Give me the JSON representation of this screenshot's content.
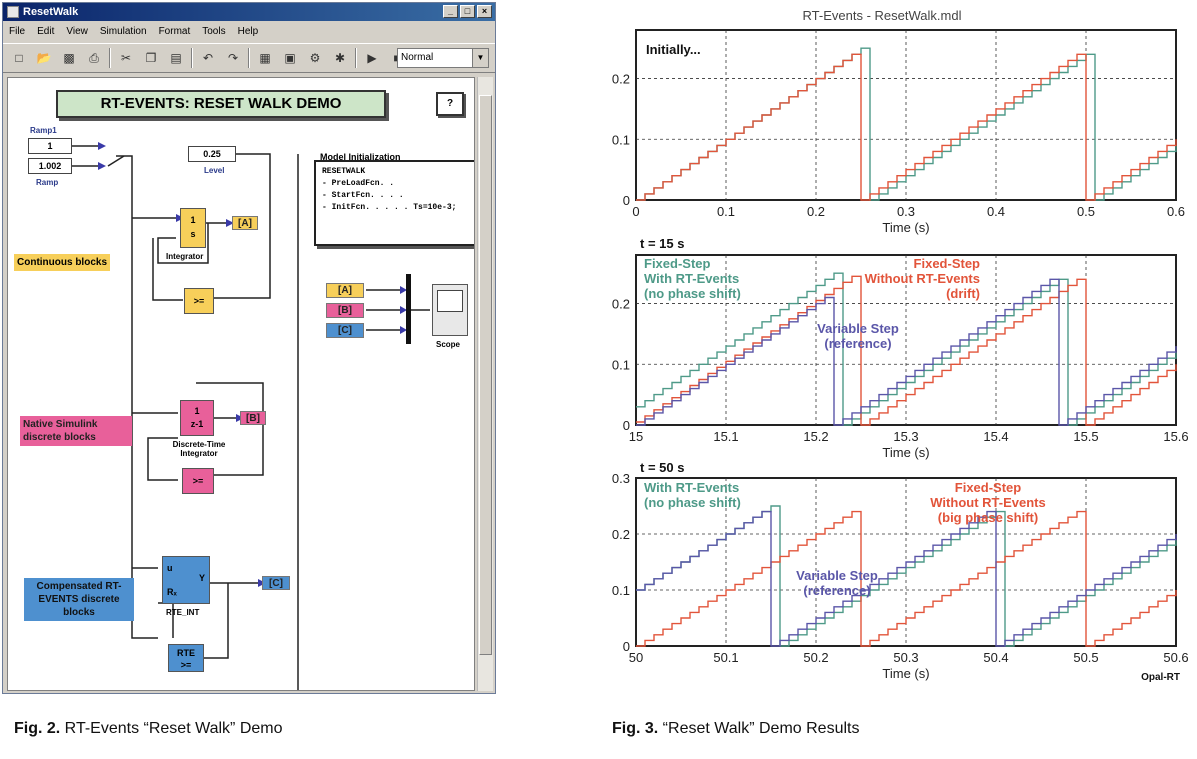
{
  "window": {
    "title": "ResetWalk",
    "btn_min": "_",
    "btn_max": "□",
    "btn_close": "×",
    "menu": [
      "File",
      "Edit",
      "View",
      "Simulation",
      "Format",
      "Tools",
      "Help"
    ],
    "sim_mode": "Normal"
  },
  "diagram": {
    "title": "RT-EVENTS: RESET WALK DEMO",
    "help": "?",
    "ramp1_label": "Ramp1",
    "ramp1_value": "1",
    "ramp_value": "1.002",
    "ramp_label": "Ramp",
    "level_value": "0.25",
    "level_label": "Level",
    "init_heading": "Model Initialization",
    "init_lines": [
      "RESETWALK",
      "- PreLoadFcn. .",
      "- StartFcn. . . .",
      "- InitFcn. . . . . Ts=10e-3;"
    ],
    "integrator_label": "Integrator",
    "integrator_top": "1",
    "integrator_bottom": "s",
    "compare_label": ">=",
    "tag_a": "[A]",
    "tag_b": "[B]",
    "tag_c": "[C]",
    "scope_label": "Scope",
    "continuous_group": "Continuous blocks",
    "native_group": "Native Simulink discrete blocks",
    "discrete_label": "Discrete-Time Integrator",
    "dti_top": "1",
    "dti_bottom": "z-1",
    "compensated_group": "Compensated RT-EVENTS discrete blocks",
    "rte_int_label": "RTE_INT",
    "rte_u": "u",
    "rte_y": "Y",
    "rte_r": "Rₓ",
    "rte_block": "RTE",
    "rte_block_sub": ">="
  },
  "captions": {
    "fig2_bold": "Fig. 2.",
    "fig2_text": " RT-Events “Reset Walk” Demo",
    "fig3_bold": "Fig. 3.",
    "fig3_text": " “Reset Walk” Demo Results"
  },
  "colors": {
    "green": "#4e9a88",
    "red": "#e2543a",
    "blue": "#5a56a8",
    "title_green": "#cde5c8",
    "yellow_block": "#f7cf5a",
    "pink_block": "#e8609a",
    "blue_block": "#4e90cf"
  },
  "chart_data": {
    "type": "line",
    "title": "RT-Events - ResetWalk.mdl",
    "brand": "Opal-RT",
    "panels": [
      {
        "label": "Initially...",
        "x_range": [
          0,
          0.6
        ],
        "y_range": [
          0,
          0.28
        ],
        "xticks": [
          "0",
          "0.1",
          "0.2",
          "0.3",
          "0.4",
          "0.5",
          "0.6"
        ],
        "yticks": [
          "0",
          "0.1",
          "0.2"
        ],
        "xlabel": "Time (s)",
        "series": [
          {
            "key": "green",
            "resets": [
              0.26,
              0.51
            ],
            "start": 0,
            "offset": 0
          },
          {
            "key": "red",
            "resets": [
              0.25,
              0.5
            ],
            "start": 0,
            "offset": 0
          }
        ],
        "annotations": []
      },
      {
        "label": "t = 15 s",
        "x_range": [
          15,
          15.6
        ],
        "y_range": [
          0,
          0.28
        ],
        "xticks": [
          "15",
          "15.1",
          "15.2",
          "15.3",
          "15.4",
          "15.5",
          "15.6"
        ],
        "yticks": [
          "0",
          "0.1",
          "0.2"
        ],
        "xlabel": "Time (s)",
        "series": [
          {
            "key": "green",
            "resets": [
              15.23,
              15.48
            ],
            "start": 0.03,
            "offset": 0
          },
          {
            "key": "red",
            "resets": [
              15.25,
              15.5
            ],
            "start": 0.005,
            "offset": 0
          },
          {
            "key": "blue",
            "resets": [
              15.22,
              15.47
            ],
            "start": 0,
            "offset": 0
          }
        ],
        "annotations": [
          {
            "text": [
              "Fixed-Step",
              "With RT-Events",
              "(no phase shift)"
            ],
            "color": "green"
          },
          {
            "text": [
              "Fixed-Step",
              "Without RT-Events",
              "(drift)"
            ],
            "color": "red"
          },
          {
            "text": [
              "Variable Step",
              "(reference)"
            ],
            "color": "blue"
          }
        ]
      },
      {
        "label": "t = 50 s",
        "x_range": [
          50,
          50.6
        ],
        "y_range": [
          0,
          0.3
        ],
        "xticks": [
          "50",
          "50.1",
          "50.2",
          "50.3",
          "50.4",
          "50.5",
          "50.6"
        ],
        "yticks": [
          "0",
          "0.1",
          "0.2",
          "0.3"
        ],
        "xlabel": "Time (s)",
        "series": [
          {
            "key": "green",
            "resets": [
              50.16,
              50.41
            ],
            "start": 0.1,
            "offset": 0
          },
          {
            "key": "red",
            "resets": [
              50.25,
              50.5
            ],
            "start": 0.0,
            "offset": 0
          },
          {
            "key": "blue",
            "resets": [
              50.15,
              50.4
            ],
            "start": 0.1,
            "offset": 0
          }
        ],
        "annotations": [
          {
            "text": [
              "With RT-Events",
              "(no phase shift)"
            ],
            "color": "green"
          },
          {
            "text": [
              "Fixed-Step",
              "Without RT-Events",
              "(big phase shift)"
            ],
            "color": "red"
          },
          {
            "text": [
              "Variable Step",
              "(reference)"
            ],
            "color": "blue"
          }
        ]
      }
    ]
  }
}
